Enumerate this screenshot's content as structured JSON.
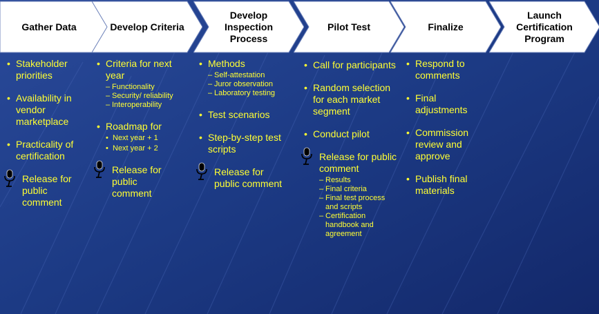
{
  "colors": {
    "text": "#ffff33",
    "background": "#1c3a84",
    "chevron": "#ffffff"
  },
  "steps": [
    {
      "label": "Gather Data"
    },
    {
      "label": "Develop Criteria"
    },
    {
      "label": "Develop Inspection Process"
    },
    {
      "label": "Pilot Test"
    },
    {
      "label": "Finalize"
    },
    {
      "label": "Launch Certification Program"
    }
  ],
  "columns": {
    "gather": {
      "items": [
        {
          "text": "Stakeholder priorities"
        },
        {
          "text": "Availability in vendor marketplace"
        },
        {
          "text": "Practicality of certification"
        },
        {
          "text": "Release for public comment",
          "icon": "microphone-icon"
        }
      ]
    },
    "criteria": {
      "items": [
        {
          "text": "Criteria for next year",
          "subs": [
            "Functionality",
            "Security/ reliability",
            "Interoperability"
          ]
        },
        {
          "text": "Roadmap for",
          "bullets": [
            "Next year + 1",
            "Next year + 2"
          ]
        },
        {
          "text": "Release for public comment",
          "icon": "microphone-icon"
        }
      ]
    },
    "inspection": {
      "items": [
        {
          "text": "Methods",
          "subs": [
            "Self-attestation",
            "Juror observation",
            "Laboratory testing"
          ]
        },
        {
          "text": "Test scenarios"
        },
        {
          "text": "Step-by-step test scripts"
        },
        {
          "text": "Release for public comment",
          "icon": "microphone-icon"
        }
      ]
    },
    "pilot": {
      "items": [
        {
          "text": "Call for participants"
        },
        {
          "text": "Random selection for each market segment"
        },
        {
          "text": "Conduct pilot"
        },
        {
          "text": "Release for public comment",
          "icon": "microphone-icon",
          "subs": [
            "Results",
            "Final criteria",
            "Final test process and scripts",
            "Certification handbook and agreement"
          ]
        }
      ]
    },
    "finalize": {
      "items": [
        {
          "text": "Respond to comments"
        },
        {
          "text": "Final adjustments"
        },
        {
          "text": "Commission review and approve"
        },
        {
          "text": "Publish final materials"
        }
      ]
    }
  }
}
